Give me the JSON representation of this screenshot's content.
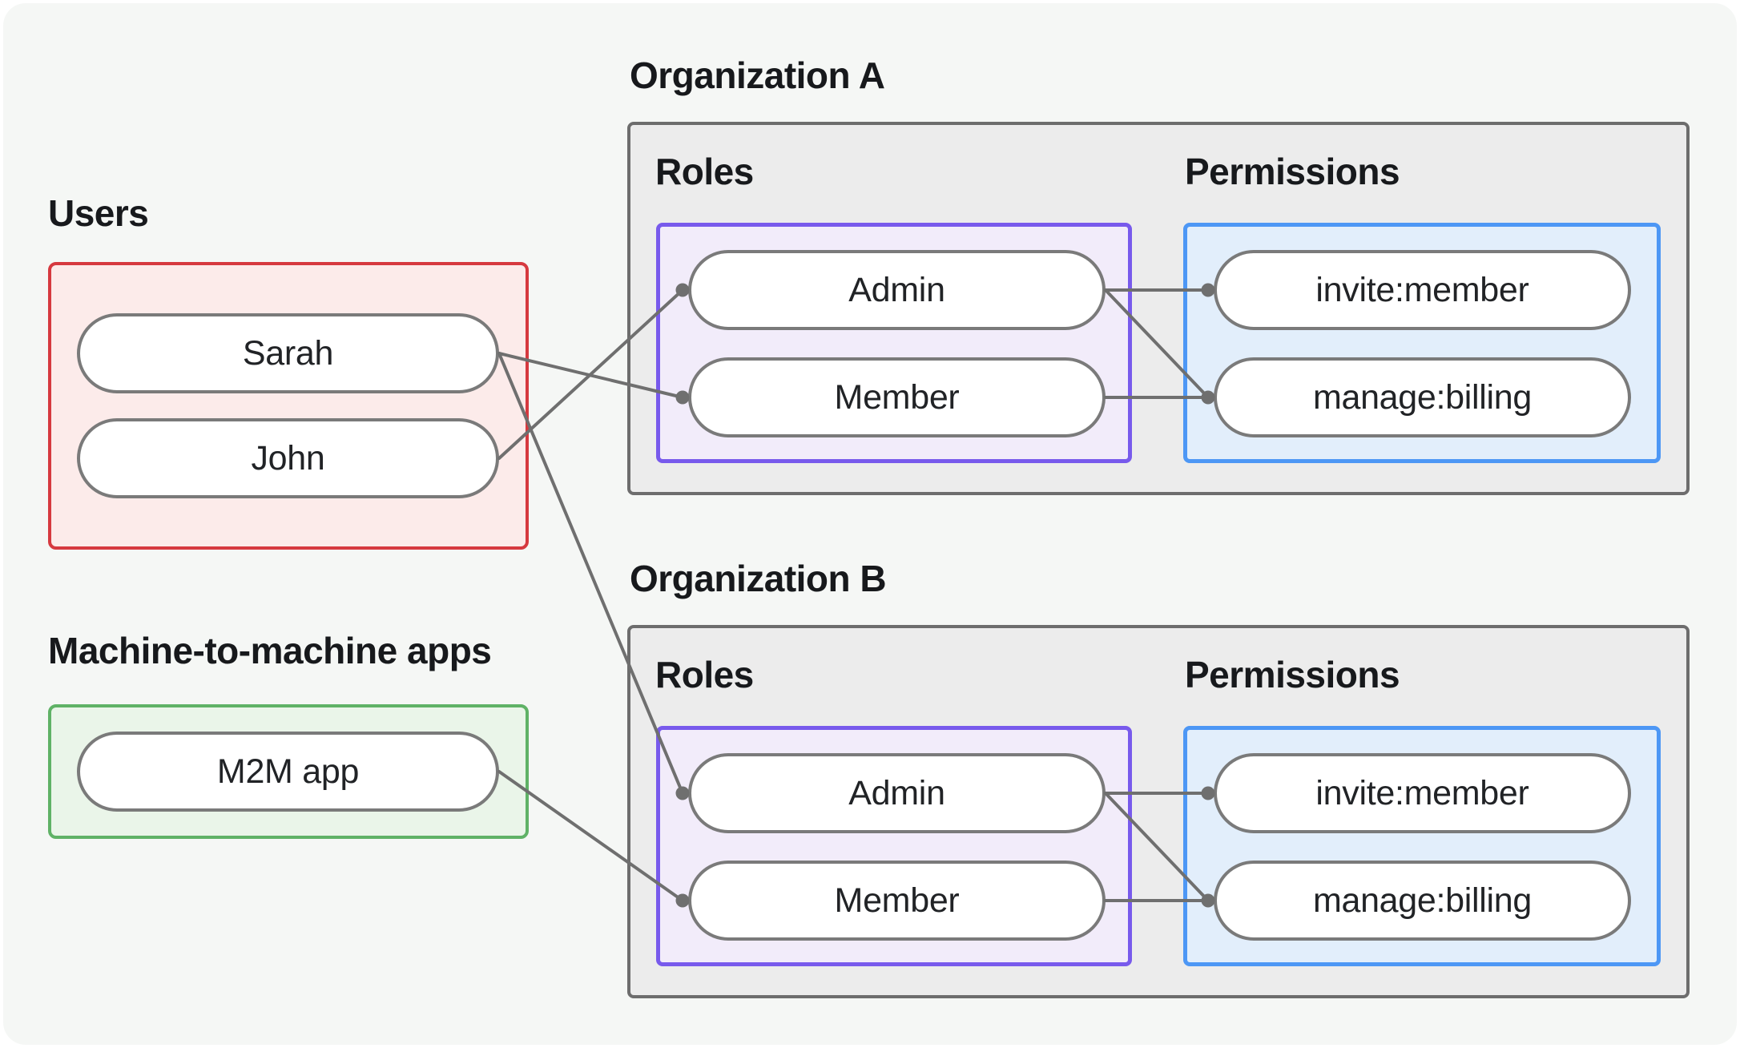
{
  "users_group": {
    "label": "Users",
    "items": [
      "Sarah",
      "John"
    ]
  },
  "m2m_group": {
    "label": "Machine-to-machine apps",
    "items": [
      "M2M app"
    ]
  },
  "organizations": [
    {
      "title": "Organization A",
      "roles_label": "Roles",
      "permissions_label": "Permissions",
      "roles": [
        "Admin",
        "Member"
      ],
      "permissions": [
        "invite:member",
        "manage:billing"
      ]
    },
    {
      "title": "Organization B",
      "roles_label": "Roles",
      "permissions_label": "Permissions",
      "roles": [
        "Admin",
        "Member"
      ],
      "permissions": [
        "invite:member",
        "manage:billing"
      ]
    }
  ],
  "connections": [
    {
      "from": "user-sarah",
      "to": "orgA-role-member"
    },
    {
      "from": "user-john",
      "to": "orgA-role-admin"
    },
    {
      "from": "user-sarah",
      "to": "orgB-role-admin"
    },
    {
      "from": "m2m-app",
      "to": "orgB-role-member"
    },
    {
      "from": "orgA-role-admin",
      "to": "orgA-perm-invite"
    },
    {
      "from": "orgA-role-admin",
      "to": "orgA-perm-manage"
    },
    {
      "from": "orgA-role-member",
      "to": "orgA-perm-manage"
    },
    {
      "from": "orgB-role-admin",
      "to": "orgB-perm-invite"
    },
    {
      "from": "orgB-role-admin",
      "to": "orgB-perm-manage"
    },
    {
      "from": "orgB-role-member",
      "to": "orgB-perm-manage"
    }
  ],
  "colors": {
    "board_background": "#f5f7f5",
    "connector": "#6f6f6f",
    "node_border": "#7a7a7a",
    "users_border": "#d6393f",
    "users_fill": "#fcebea",
    "m2m_border": "#5fb266",
    "m2m_fill": "#eaf5e9",
    "org_border": "#6d6d6d",
    "org_fill": "#ececec",
    "roles_border": "#785aec",
    "roles_fill": "#f2ecfa",
    "permissions_border": "#4d97f5",
    "permissions_fill": "#e2eefb"
  }
}
